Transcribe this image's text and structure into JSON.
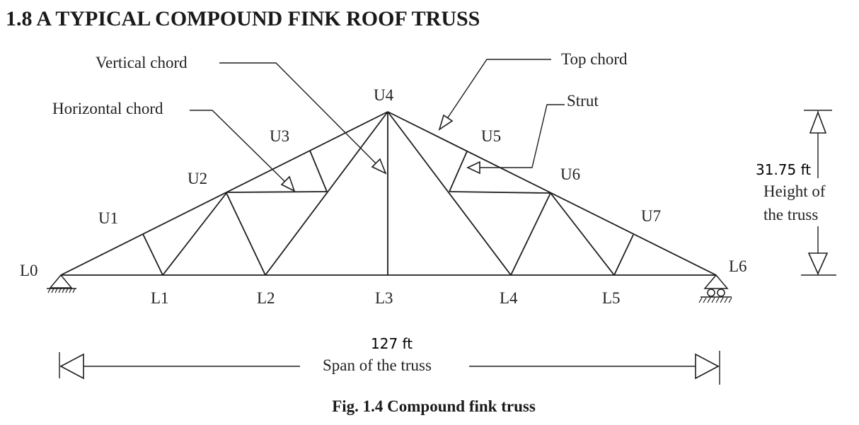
{
  "title": "1.8 A TYPICAL COMPOUND FINK ROOF TRUSS",
  "caption": "Fig. 1.4 Compound fink truss",
  "nodes": {
    "upper": [
      "U1",
      "U2",
      "U3",
      "U4",
      "U5",
      "U6",
      "U7"
    ],
    "lower": [
      "L0",
      "L1",
      "L2",
      "L3",
      "L4",
      "L5",
      "L6"
    ]
  },
  "callouts": {
    "vertical_chord": "Vertical chord",
    "horizontal_chord": "Horizontal chord",
    "top_chord": "Top chord",
    "strut": "Strut"
  },
  "dimensions": {
    "height_value": "31.75 ft",
    "height_label_line1": "Height of",
    "height_label_line2": "the truss",
    "span_value": "127 ft",
    "span_label": "Span of the truss"
  },
  "supports": {
    "left": "pinned-support",
    "right": "roller-support"
  }
}
